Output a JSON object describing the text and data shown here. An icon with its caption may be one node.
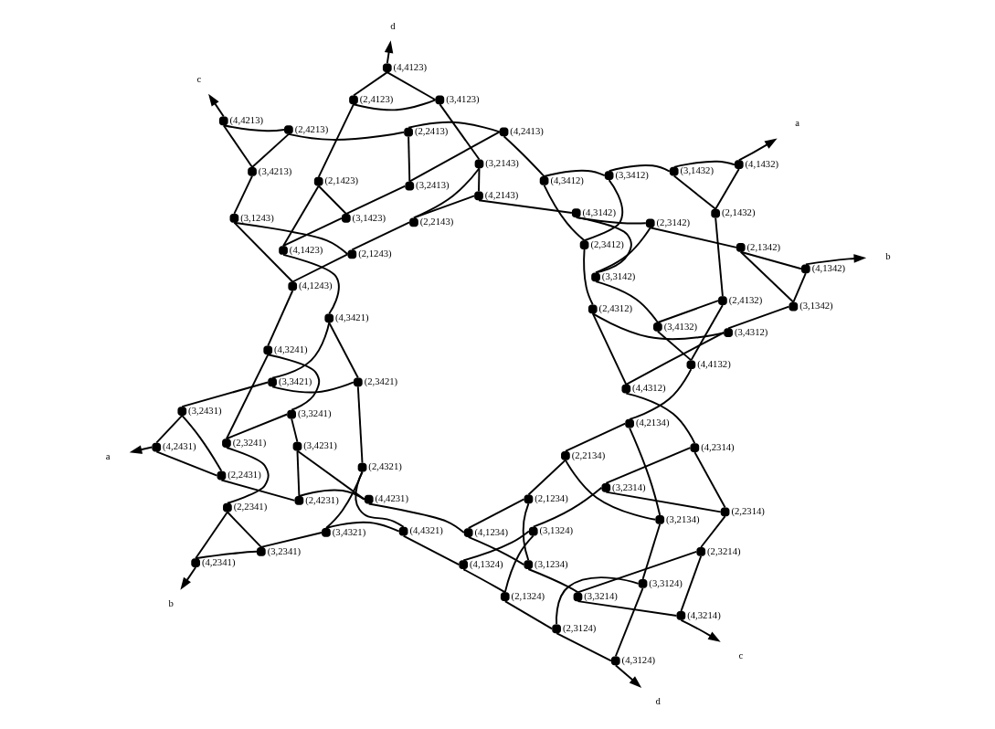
{
  "diagram": {
    "nodes": [
      {
        "text": [],
        "shape": "circle",
        "beside": [
          "(4,1234)"
        ]
      },
      {
        "text": [],
        "shape": "circle",
        "beside": [
          "(3,1234)"
        ]
      },
      {
        "text": [],
        "shape": "circle",
        "beside": [
          "(2,1234)"
        ]
      },
      {
        "text": [],
        "shape": "circle",
        "beside": [
          "(4,2134)"
        ]
      },
      {
        "text": [],
        "shape": "circle",
        "beside": [
          "(3,2134)"
        ]
      },
      {
        "text": [],
        "shape": "circle",
        "beside": [
          "(2,2134)"
        ]
      },
      {
        "text": [],
        "shape": "circle",
        "beside": [
          "(4,3124)"
        ]
      },
      {
        "text": [],
        "shape": "circle",
        "beside": [
          "(3,3124)"
        ]
      },
      {
        "text": [],
        "shape": "circle",
        "beside": [
          "(2,3124)"
        ]
      },
      {
        "text": [],
        "shape": "circle",
        "beside": [
          "(4,1324)"
        ]
      },
      {
        "text": [],
        "shape": "circle",
        "beside": [
          "(3,1324)"
        ]
      },
      {
        "text": [],
        "shape": "circle",
        "beside": [
          "(2,1324)"
        ]
      },
      {
        "text": [],
        "shape": "circle",
        "beside": [
          "(4,2314)"
        ]
      },
      {
        "text": [],
        "shape": "circle",
        "beside": [
          "(3,2314)"
        ]
      },
      {
        "text": [],
        "shape": "circle",
        "beside": [
          "(2,2314)"
        ]
      },
      {
        "text": [],
        "shape": "circle",
        "beside": [
          "(4,3214)"
        ]
      },
      {
        "text": [],
        "shape": "circle",
        "beside": [
          "(3,3214)"
        ]
      },
      {
        "text": [],
        "shape": "circle",
        "beside": [
          "(2,3214)"
        ]
      },
      {
        "text": [],
        "shape": "circle",
        "beside": [
          "(4,4231)"
        ]
      },
      {
        "text": [],
        "shape": "circle",
        "beside": [
          "(3,4231)"
        ]
      },
      {
        "text": [],
        "shape": "circle",
        "beside": [
          "(2,4231)"
        ]
      },
      {
        "text": [],
        "shape": "circle",
        "beside": [
          "(4,2431)"
        ]
      },
      {
        "text": [],
        "shape": "circle",
        "beside": [
          "(3,2431)"
        ]
      },
      {
        "text": [],
        "shape": "circle",
        "beside": [
          "(2,2431)"
        ]
      },
      {
        "text": [],
        "shape": "circle",
        "beside": [
          "(4,3421)"
        ]
      },
      {
        "text": [],
        "shape": "circle",
        "beside": [
          "(3,3421)"
        ]
      },
      {
        "text": [],
        "shape": "circle",
        "beside": [
          "(2,3421)"
        ]
      },
      {
        "text": [],
        "shape": "circle",
        "beside": [
          "(4,4321)"
        ]
      },
      {
        "text": [],
        "shape": "circle",
        "beside": [
          "(3,4321)"
        ]
      },
      {
        "text": [],
        "shape": "circle",
        "beside": [
          "(2,4321)"
        ]
      },
      {
        "text": [],
        "shape": "circle",
        "beside": [
          "(4,2341)"
        ]
      },
      {
        "text": [],
        "shape": "circle",
        "beside": [
          "(3,2341)"
        ]
      },
      {
        "text": [],
        "shape": "circle",
        "beside": [
          "(2,2341)"
        ]
      },
      {
        "text": [],
        "shape": "circle",
        "beside": [
          "(4,3241)"
        ]
      },
      {
        "text": [],
        "shape": "circle",
        "beside": [
          "(3,3241)"
        ]
      },
      {
        "text": [],
        "shape": "circle",
        "beside": [
          "(2,3241)"
        ]
      },
      {
        "text": [],
        "shape": "circle",
        "beside": [
          "(4,3412)"
        ]
      },
      {
        "text": [],
        "shape": "circle",
        "beside": [
          "(3,3412)"
        ]
      },
      {
        "text": [],
        "shape": "circle",
        "beside": [
          "(2,3412)"
        ]
      },
      {
        "text": [],
        "shape": "circle",
        "beside": [
          "(4,4312)"
        ]
      },
      {
        "text": [],
        "shape": "circle",
        "beside": [
          "(3,4312)"
        ]
      },
      {
        "text": [],
        "shape": "circle",
        "beside": [
          "(2,4312)"
        ]
      },
      {
        "text": [],
        "shape": "circle",
        "beside": [
          "(4,1342)"
        ]
      },
      {
        "text": [],
        "shape": "circle",
        "beside": [
          "(3,1342)"
        ]
      },
      {
        "text": [],
        "shape": "circle",
        "beside": [
          "(2,1342)"
        ]
      },
      {
        "text": [],
        "shape": "circle",
        "beside": [
          "(4,3142)"
        ]
      },
      {
        "text": [],
        "shape": "circle",
        "beside": [
          "(3,3142)"
        ]
      },
      {
        "text": [],
        "shape": "circle",
        "beside": [
          "(2,3142)"
        ]
      },
      {
        "text": [],
        "shape": "circle",
        "beside": [
          "(4,4132)"
        ]
      },
      {
        "text": [],
        "shape": "circle",
        "beside": [
          "(3,4132)"
        ]
      },
      {
        "text": [],
        "shape": "circle",
        "beside": [
          "(2,4132)"
        ]
      },
      {
        "text": [],
        "shape": "circle",
        "beside": [
          "(4,1432)"
        ]
      },
      {
        "text": [],
        "shape": "circle",
        "beside": [
          "(3,1432)"
        ]
      },
      {
        "text": [],
        "shape": "circle",
        "beside": [
          "(2,1432)"
        ]
      },
      {
        "text": [],
        "shape": "circle",
        "beside": [
          "(4,2413)"
        ]
      },
      {
        "text": [],
        "shape": "circle",
        "beside": [
          "(3,2413)"
        ]
      },
      {
        "text": [],
        "shape": "circle",
        "beside": [
          "(2,2413)"
        ]
      },
      {
        "text": [],
        "shape": "circle",
        "beside": [
          "(4,4213)"
        ]
      },
      {
        "text": [],
        "shape": "circle",
        "beside": [
          "(3,4213)"
        ]
      },
      {
        "text": [],
        "shape": "circle",
        "beside": [
          "(2,4213)"
        ]
      },
      {
        "text": [],
        "shape": "circle",
        "beside": [
          "(4,1243)"
        ]
      },
      {
        "text": [],
        "shape": "circle",
        "beside": [
          "(3,1243)"
        ]
      },
      {
        "text": [],
        "shape": "circle",
        "beside": [
          "(2,1243)"
        ]
      },
      {
        "text": [],
        "shape": "circle",
        "beside": [
          "(4,2143)"
        ]
      },
      {
        "text": [],
        "shape": "circle",
        "beside": [
          "(3,2143)"
        ]
      },
      {
        "text": [],
        "shape": "circle",
        "beside": [
          "(2,2143)"
        ]
      },
      {
        "text": [],
        "shape": "circle",
        "beside": [
          "(4,4123)"
        ]
      },
      {
        "text": [],
        "shape": "circle",
        "beside": [
          "(3,4123)"
        ]
      },
      {
        "text": [],
        "shape": "circle",
        "beside": [
          "(2,4123)"
        ]
      },
      {
        "text": [],
        "shape": "circle",
        "beside": [
          "(4,1423)"
        ]
      },
      {
        "text": [],
        "shape": "circle",
        "beside": [
          "(3,1423)"
        ]
      },
      {
        "text": [],
        "shape": "circle",
        "beside": [
          "(2,1423)"
        ]
      },
      {
        "text": [
          "c"
        ]
      },
      {
        "text": [
          "a"
        ]
      },
      {
        "text": [
          "d"
        ]
      },
      {
        "text": [
          "b"
        ]
      },
      {
        "text": [
          "a"
        ]
      },
      {
        "text": [
          "c"
        ]
      },
      {
        "text": [
          "b"
        ]
      },
      {
        "text": [
          "d"
        ]
      }
    ],
    "edges": [
      {
        "from": 0,
        "to": 1,
        "arrow": "none"
      },
      {
        "from": 0,
        "to": 2,
        "arrow": "none"
      },
      {
        "from": 1,
        "to": 2,
        "arrow": "none"
      },
      {
        "from": 3,
        "to": 4,
        "arrow": "none"
      },
      {
        "from": 3,
        "to": 5,
        "arrow": "none"
      },
      {
        "from": 4,
        "to": 5,
        "arrow": "none"
      },
      {
        "from": 6,
        "to": 7,
        "arrow": "none"
      },
      {
        "from": 6,
        "to": 8,
        "arrow": "none"
      },
      {
        "from": 7,
        "to": 8,
        "arrow": "none"
      },
      {
        "from": 9,
        "to": 10,
        "arrow": "none"
      },
      {
        "from": 9,
        "to": 11,
        "arrow": "none"
      },
      {
        "from": 10,
        "to": 11,
        "arrow": "none"
      },
      {
        "from": 12,
        "to": 13,
        "arrow": "none"
      },
      {
        "from": 12,
        "to": 14,
        "arrow": "none"
      },
      {
        "from": 13,
        "to": 14,
        "arrow": "none"
      },
      {
        "from": 15,
        "to": 16,
        "arrow": "none"
      },
      {
        "from": 15,
        "to": 17,
        "arrow": "none"
      },
      {
        "from": 16,
        "to": 17,
        "arrow": "none"
      },
      {
        "from": 2,
        "to": 5,
        "arrow": "none"
      },
      {
        "from": 4,
        "to": 7,
        "arrow": "none"
      },
      {
        "from": 8,
        "to": 11,
        "arrow": "none"
      },
      {
        "from": 10,
        "to": 13,
        "arrow": "none"
      },
      {
        "from": 14,
        "to": 17,
        "arrow": "none"
      },
      {
        "from": 16,
        "to": 1,
        "arrow": "none"
      },
      {
        "from": 18,
        "to": 19,
        "arrow": "none"
      },
      {
        "from": 18,
        "to": 20,
        "arrow": "none"
      },
      {
        "from": 19,
        "to": 20,
        "arrow": "none"
      },
      {
        "from": 21,
        "to": 22,
        "arrow": "none"
      },
      {
        "from": 21,
        "to": 23,
        "arrow": "none"
      },
      {
        "from": 22,
        "to": 23,
        "arrow": "none"
      },
      {
        "from": 24,
        "to": 25,
        "arrow": "none"
      },
      {
        "from": 24,
        "to": 26,
        "arrow": "none"
      },
      {
        "from": 25,
        "to": 26,
        "arrow": "none"
      },
      {
        "from": 27,
        "to": 28,
        "arrow": "none"
      },
      {
        "from": 27,
        "to": 29,
        "arrow": "none"
      },
      {
        "from": 28,
        "to": 29,
        "arrow": "none"
      },
      {
        "from": 30,
        "to": 31,
        "arrow": "none"
      },
      {
        "from": 30,
        "to": 32,
        "arrow": "none"
      },
      {
        "from": 31,
        "to": 32,
        "arrow": "none"
      },
      {
        "from": 33,
        "to": 34,
        "arrow": "none"
      },
      {
        "from": 33,
        "to": 35,
        "arrow": "none"
      },
      {
        "from": 34,
        "to": 35,
        "arrow": "none"
      },
      {
        "from": 20,
        "to": 23,
        "arrow": "none"
      },
      {
        "from": 22,
        "to": 25,
        "arrow": "none"
      },
      {
        "from": 26,
        "to": 29,
        "arrow": "none"
      },
      {
        "from": 28,
        "to": 31,
        "arrow": "none"
      },
      {
        "from": 32,
        "to": 35,
        "arrow": "none"
      },
      {
        "from": 34,
        "to": 19,
        "arrow": "none"
      },
      {
        "from": 36,
        "to": 37,
        "arrow": "none"
      },
      {
        "from": 36,
        "to": 38,
        "arrow": "none"
      },
      {
        "from": 37,
        "to": 38,
        "arrow": "none"
      },
      {
        "from": 39,
        "to": 40,
        "arrow": "none"
      },
      {
        "from": 39,
        "to": 41,
        "arrow": "none"
      },
      {
        "from": 40,
        "to": 41,
        "arrow": "none"
      },
      {
        "from": 42,
        "to": 43,
        "arrow": "none"
      },
      {
        "from": 42,
        "to": 44,
        "arrow": "none"
      },
      {
        "from": 43,
        "to": 44,
        "arrow": "none"
      },
      {
        "from": 45,
        "to": 46,
        "arrow": "none"
      },
      {
        "from": 45,
        "to": 47,
        "arrow": "none"
      },
      {
        "from": 46,
        "to": 47,
        "arrow": "none"
      },
      {
        "from": 48,
        "to": 49,
        "arrow": "none"
      },
      {
        "from": 48,
        "to": 50,
        "arrow": "none"
      },
      {
        "from": 49,
        "to": 50,
        "arrow": "none"
      },
      {
        "from": 51,
        "to": 52,
        "arrow": "none"
      },
      {
        "from": 51,
        "to": 53,
        "arrow": "none"
      },
      {
        "from": 52,
        "to": 53,
        "arrow": "none"
      },
      {
        "from": 38,
        "to": 41,
        "arrow": "none"
      },
      {
        "from": 40,
        "to": 43,
        "arrow": "none"
      },
      {
        "from": 44,
        "to": 47,
        "arrow": "none"
      },
      {
        "from": 46,
        "to": 49,
        "arrow": "none"
      },
      {
        "from": 50,
        "to": 53,
        "arrow": "none"
      },
      {
        "from": 52,
        "to": 37,
        "arrow": "none"
      },
      {
        "from": 54,
        "to": 55,
        "arrow": "none"
      },
      {
        "from": 54,
        "to": 56,
        "arrow": "none"
      },
      {
        "from": 55,
        "to": 56,
        "arrow": "none"
      },
      {
        "from": 57,
        "to": 58,
        "arrow": "none"
      },
      {
        "from": 57,
        "to": 59,
        "arrow": "none"
      },
      {
        "from": 58,
        "to": 59,
        "arrow": "none"
      },
      {
        "from": 60,
        "to": 61,
        "arrow": "none"
      },
      {
        "from": 60,
        "to": 62,
        "arrow": "none"
      },
      {
        "from": 61,
        "to": 62,
        "arrow": "none"
      },
      {
        "from": 63,
        "to": 64,
        "arrow": "none"
      },
      {
        "from": 63,
        "to": 65,
        "arrow": "none"
      },
      {
        "from": 64,
        "to": 65,
        "arrow": "none"
      },
      {
        "from": 66,
        "to": 67,
        "arrow": "none"
      },
      {
        "from": 66,
        "to": 68,
        "arrow": "none"
      },
      {
        "from": 67,
        "to": 68,
        "arrow": "none"
      },
      {
        "from": 69,
        "to": 70,
        "arrow": "none"
      },
      {
        "from": 69,
        "to": 71,
        "arrow": "none"
      },
      {
        "from": 70,
        "to": 71,
        "arrow": "none"
      },
      {
        "from": 56,
        "to": 59,
        "arrow": "none"
      },
      {
        "from": 58,
        "to": 61,
        "arrow": "none"
      },
      {
        "from": 62,
        "to": 65,
        "arrow": "none"
      },
      {
        "from": 64,
        "to": 67,
        "arrow": "none"
      },
      {
        "from": 68,
        "to": 71,
        "arrow": "none"
      },
      {
        "from": 70,
        "to": 55,
        "arrow": "none"
      },
      {
        "from": 0,
        "to": 18,
        "arrow": "none"
      },
      {
        "from": 3,
        "to": 48,
        "arrow": "none"
      },
      {
        "from": 9,
        "to": 27,
        "arrow": "none"
      },
      {
        "from": 12,
        "to": 39,
        "arrow": "none"
      },
      {
        "from": 24,
        "to": 69,
        "arrow": "none"
      },
      {
        "from": 33,
        "to": 60,
        "arrow": "none"
      },
      {
        "from": 36,
        "to": 54,
        "arrow": "none"
      },
      {
        "from": 45,
        "to": 63,
        "arrow": "none"
      },
      {
        "from": 15,
        "to": 72,
        "arrow": "to"
      },
      {
        "from": 21,
        "to": 73,
        "arrow": "to"
      },
      {
        "from": 6,
        "to": 74,
        "arrow": "to"
      },
      {
        "from": 30,
        "to": 75,
        "arrow": "to"
      },
      {
        "from": 51,
        "to": 76,
        "arrow": "to"
      },
      {
        "from": 57,
        "to": 77,
        "arrow": "to"
      },
      {
        "from": 42,
        "to": 78,
        "arrow": "to"
      },
      {
        "from": 66,
        "to": 79,
        "arrow": "to"
      }
    ]
  }
}
